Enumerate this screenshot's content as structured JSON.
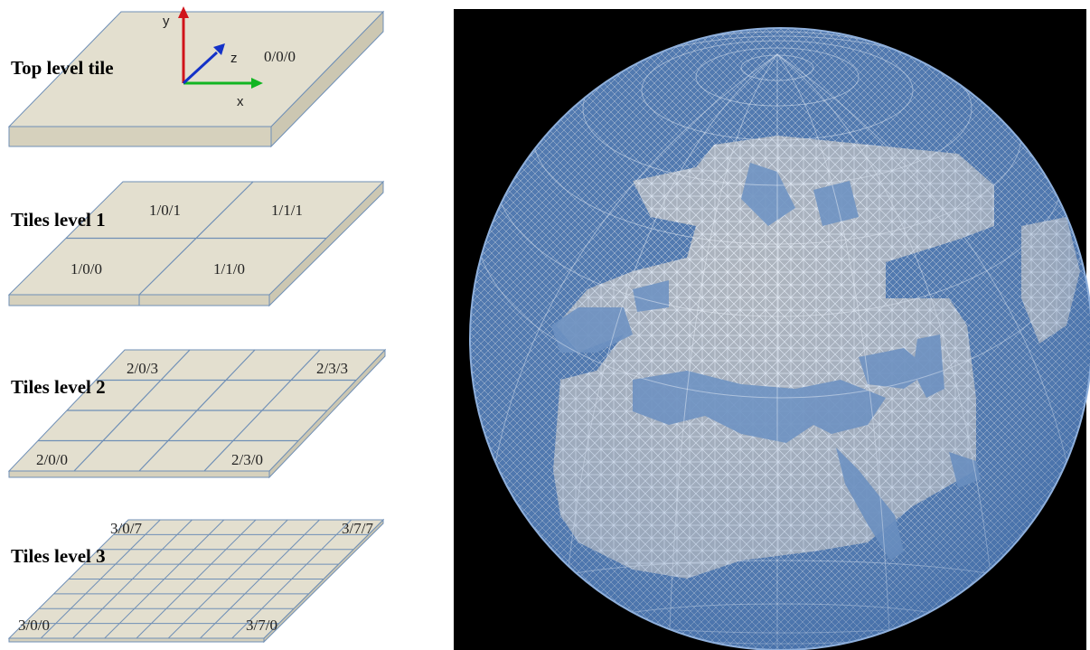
{
  "figure": {
    "levels": [
      {
        "title": "Top level tile",
        "labels": [
          "0/0/0"
        ]
      },
      {
        "title": "Tiles level 1",
        "labels": [
          "1/0/1",
          "1/1/1",
          "1/0/0",
          "1/1/0"
        ]
      },
      {
        "title": "Tiles level 2",
        "labels": [
          "2/0/3",
          "2/3/3",
          "2/0/0",
          "2/3/0"
        ]
      },
      {
        "title": "Tiles level 3",
        "labels": [
          "3/0/7",
          "3/7/7",
          "3/0/0",
          "3/7/0"
        ]
      }
    ],
    "axes": {
      "x": "x",
      "y": "y",
      "z": "z"
    },
    "colors": {
      "tile_fill": "#e3dfcf",
      "tile_side": "#d6d1bd",
      "tile_edge": "#6f8fb6",
      "axis_x": "#12b522",
      "axis_y": "#d0141b",
      "axis_z": "#1432c8",
      "globe_bg": "#000000",
      "ocean": "#6f93c2",
      "mesh": "#f2f2f2"
    }
  }
}
